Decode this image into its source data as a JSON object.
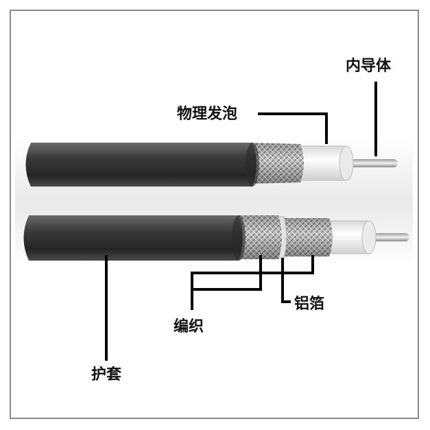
{
  "labels": {
    "inner_conductor": "内导体",
    "physical_foam": "物理发泡",
    "jacket": "护套",
    "braid": "编织",
    "aluminum_foil": "铝箔"
  },
  "colors": {
    "jacket": "#3a3a3a",
    "braid": "#b9b9b9",
    "foam": "#f4f4f4",
    "conductor": "#dcdcdc",
    "leader_line": "#000000"
  }
}
